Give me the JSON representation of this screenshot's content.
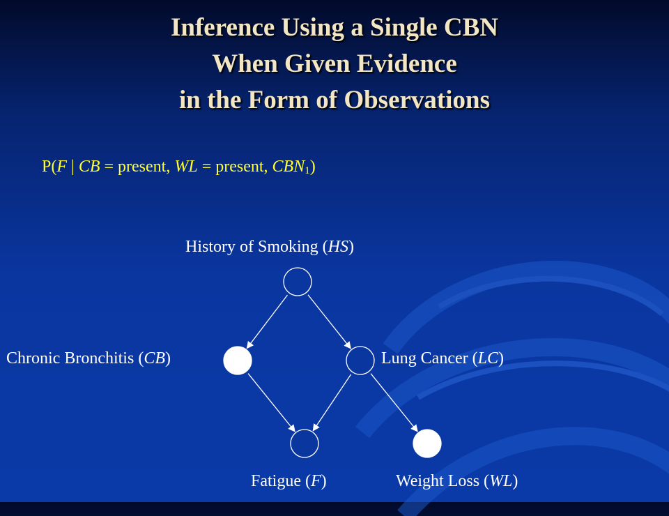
{
  "title": {
    "line1": "Inference Using a Single CBN",
    "line2": "When Given Evidence",
    "line3": "in the Form of Observations"
  },
  "formula": {
    "prefix": "P(",
    "query_var": "F",
    "given": " | ",
    "ev1_var": "CB",
    "ev1_val": " = present, ",
    "ev2_var": "WL",
    "ev2_val": " = present, ",
    "model": "CBN",
    "model_sub": "1",
    "suffix": ")"
  },
  "nodes": {
    "hs": {
      "name": "History of Smoking (",
      "abbr": "HS",
      "close": ")",
      "observed": false
    },
    "cb": {
      "name": "Chronic Bronchitis (",
      "abbr": "CB",
      "close": ")",
      "observed": true
    },
    "lc": {
      "name": "Lung Cancer (",
      "abbr": "LC",
      "close": ")",
      "observed": false
    },
    "f": {
      "name": "Fatigue (",
      "abbr": "F",
      "close": ")",
      "observed": false
    },
    "wl": {
      "name": "Weight Loss (",
      "abbr": "WL",
      "close": ")",
      "observed": true
    }
  },
  "edges": [
    [
      "hs",
      "cb"
    ],
    [
      "hs",
      "lc"
    ],
    [
      "cb",
      "f"
    ],
    [
      "lc",
      "f"
    ],
    [
      "lc",
      "wl"
    ]
  ],
  "colors": {
    "title": "#f2e6c4",
    "formula": "#ffff33",
    "node_stroke": "#ffffff",
    "observed_fill": "#ffffff",
    "unobserved_fill": "#0a36a0"
  }
}
